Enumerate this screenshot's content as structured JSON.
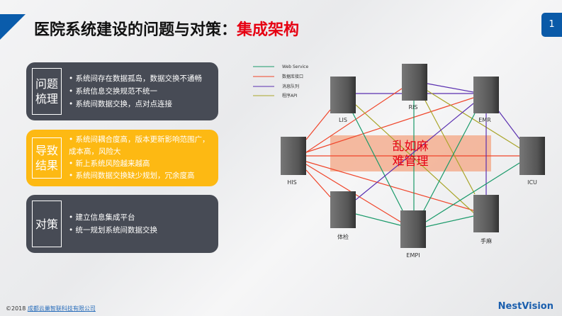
{
  "title": {
    "main": "医院系统建设的问题与对策：",
    "highlight": "集成架构"
  },
  "page_number": "1",
  "cards": [
    {
      "label": "问题梳理",
      "items": [
        "系统间存在数据孤岛，数据交换不通畅",
        "系统信息交换规范不统一",
        "系统间数据交换，点对点连接"
      ]
    },
    {
      "label": "导致结果",
      "items": [
        "系统间耦合度高，版本更新影响范围广，成本高，风险大",
        "新上系统风险越来越高",
        "系统间数据交换缺少规划，冗余度高"
      ]
    },
    {
      "label": "对策",
      "items": [
        "建立信息集成平台",
        "统一规划系统间数据交换"
      ]
    }
  ],
  "legend": [
    {
      "label": "Web Service",
      "color": "#1a9a6a"
    },
    {
      "label": "数据库接口",
      "color": "#f0452a"
    },
    {
      "label": "消息队列",
      "color": "#5a2fb0"
    },
    {
      "label": "程序API",
      "color": "#a9a52a"
    }
  ],
  "servers": {
    "lis": "LIS",
    "ris": "RIS",
    "emr": "EMR",
    "his": "HIS",
    "icu": "ICU",
    "tijian": "体检",
    "empi": "EMPI",
    "shouma": "手麻"
  },
  "overlay": {
    "line1": "乱如麻",
    "line2": "难管理"
  },
  "footer": {
    "copyright": "©2018",
    "company": "成都云巢智联科技有限公司",
    "logo": "NestVision"
  }
}
